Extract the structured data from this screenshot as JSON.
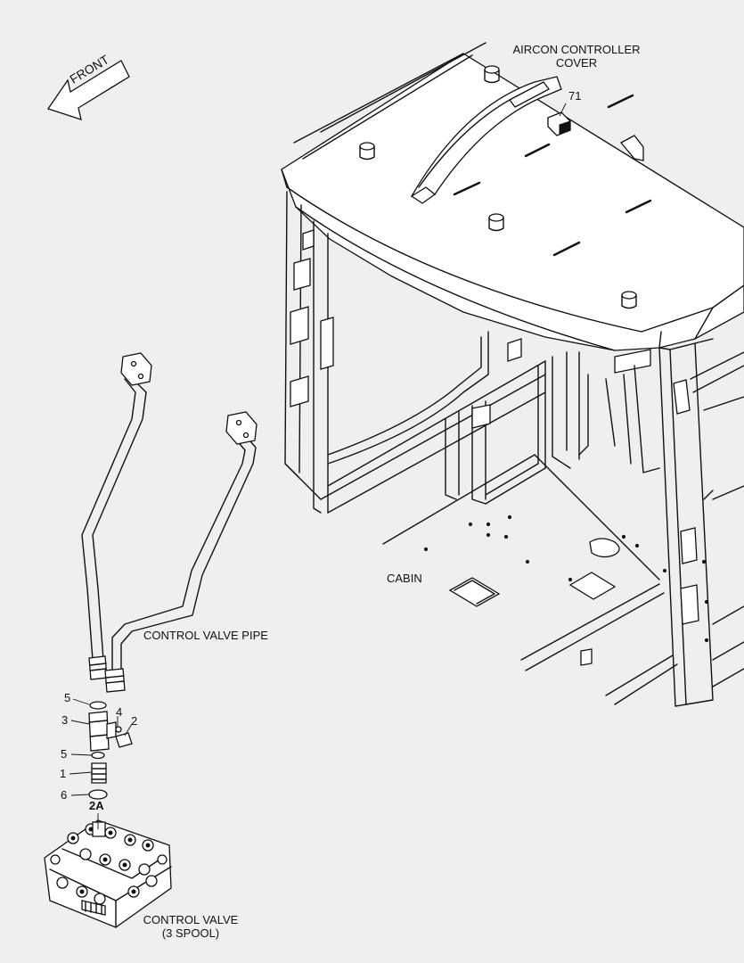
{
  "labels": {
    "front": "FRONT",
    "aircon_line1": "AIRCON CONTROLLER",
    "aircon_line2": "COVER",
    "cabin": "CABIN",
    "control_valve_pipe": "CONTROL VALVE PIPE",
    "control_valve_line1": "CONTROL VALVE",
    "control_valve_line2": "(3 SPOOL)"
  },
  "callouts": {
    "c71": "71",
    "c5a": "5",
    "c3": "3",
    "c4": "4",
    "c2": "2",
    "c5b": "5",
    "c1": "1",
    "c6": "6",
    "c2a": "2A"
  }
}
